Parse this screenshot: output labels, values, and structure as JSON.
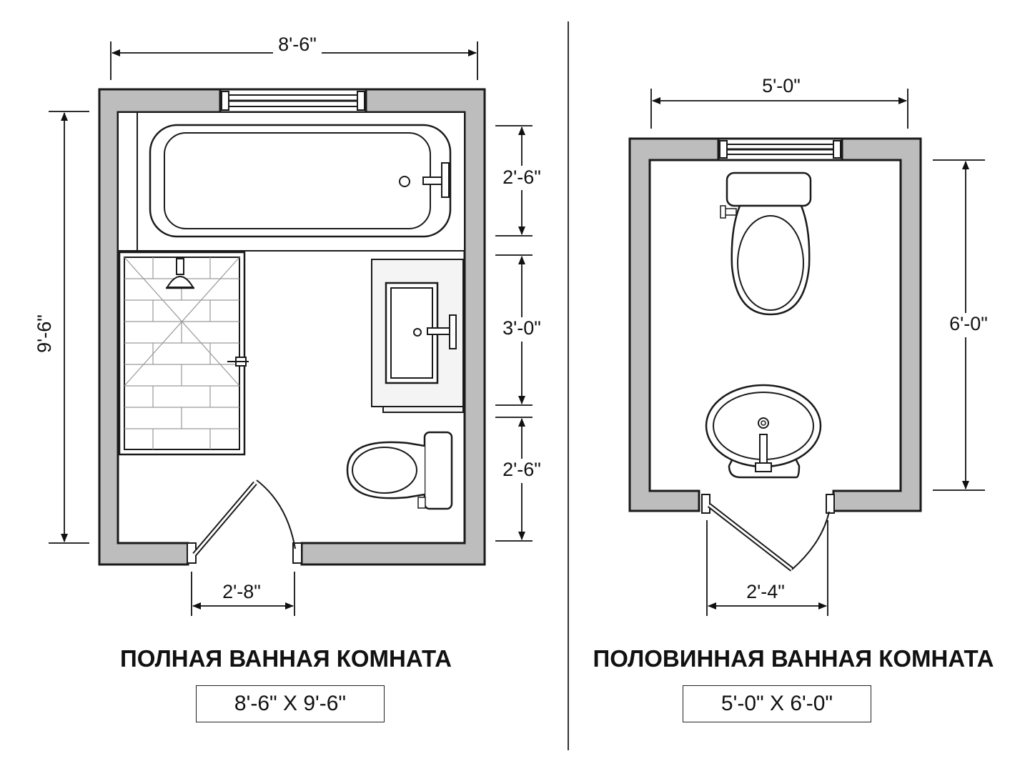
{
  "full_bath": {
    "title": "ПОЛНАЯ ВАННАЯ КОМНАТА",
    "size": "8'-6\" X 9'-6\"",
    "dimensions": {
      "width": "8'-6\"",
      "height": "9'-6\"",
      "tub": "2'-6\"",
      "vanity": "3'-0\"",
      "toilet": "2'-6\"",
      "door": "2'-8\""
    }
  },
  "half_bath": {
    "title": "ПОЛОВИННАЯ ВАННАЯ КОМНАТА",
    "size": "5'-0\" X 6'-0\"",
    "dimensions": {
      "width": "5'-0\"",
      "height": "6'-0\"",
      "door": "2'-4\""
    }
  },
  "colors": {
    "wall_fill": "#bdbdbd",
    "line": "#1a1a1a",
    "tile": "#9a9a9a"
  }
}
